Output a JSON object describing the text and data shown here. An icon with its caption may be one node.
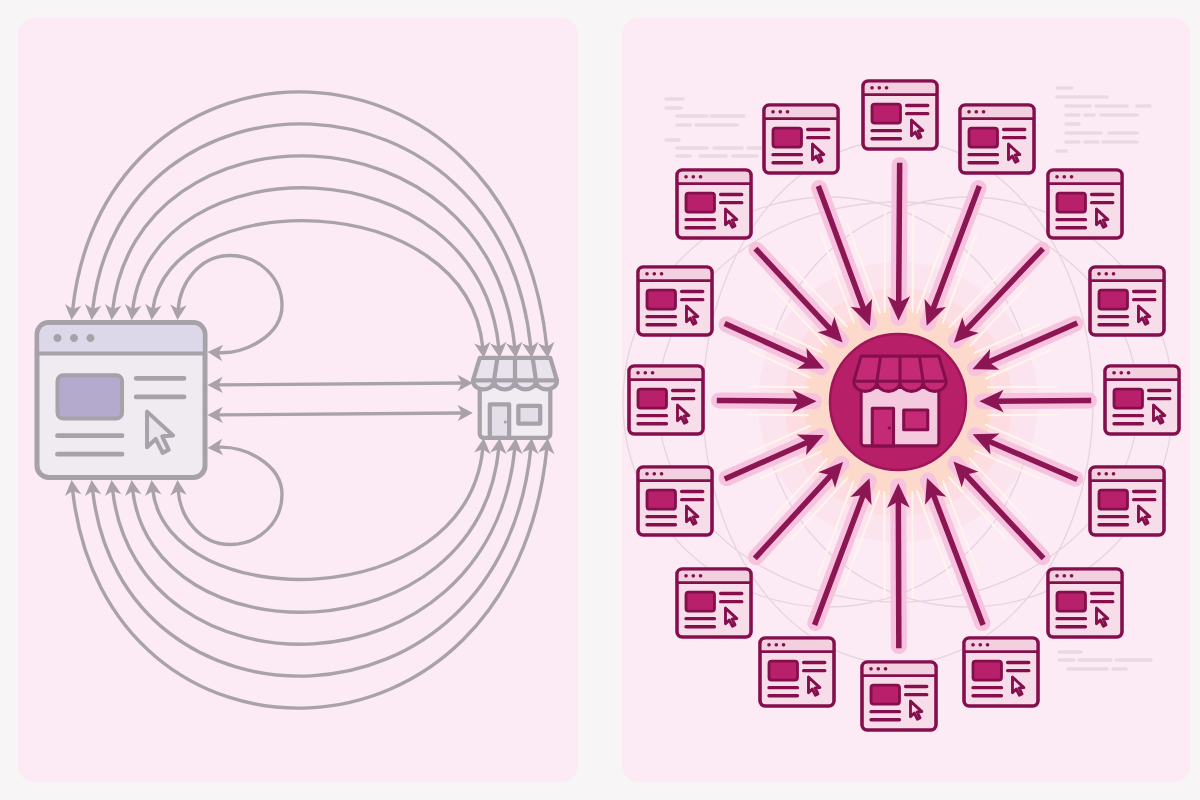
{
  "diagram": {
    "nodes": [
      {
        "text": [],
        "shape": "picture"
      },
      {
        "text": [],
        "shape": "picture"
      },
      {
        "text": [],
        "shape": "picture"
      },
      {
        "text": [],
        "shape": "picture"
      },
      {
        "text": [],
        "shape": "picture"
      },
      {
        "text": [],
        "shape": "picture"
      },
      {
        "text": [],
        "shape": "picture"
      },
      {
        "text": [],
        "shape": "picture"
      },
      {
        "text": [],
        "shape": "picture"
      },
      {
        "text": [],
        "shape": "picture"
      },
      {
        "text": [],
        "shape": "circle"
      },
      {
        "text": [],
        "shape": "picture"
      },
      {
        "text": [],
        "shape": "picture"
      },
      {
        "text": [],
        "shape": "picture"
      },
      {
        "text": [],
        "shape": "picture"
      },
      {
        "text": [],
        "shape": "picture"
      },
      {
        "text": [],
        "shape": "picture"
      },
      {
        "text": [],
        "shape": "picture"
      },
      {
        "text": [],
        "shape": "picture"
      }
    ],
    "edges": [
      {
        "from": 0,
        "to": 1,
        "arrow": "both",
        "color": "#a9a2a8"
      },
      {
        "from": 0,
        "to": 1,
        "arrow": "both",
        "color": "#a9a2a8"
      },
      {
        "from": 0,
        "to": 1,
        "arrow": "both",
        "color": "#a9a2a8"
      },
      {
        "from": 0,
        "to": 1,
        "arrow": "both",
        "color": "#a9a2a8"
      },
      {
        "from": 0,
        "to": 1,
        "arrow": "both",
        "color": "#a9a2a8"
      },
      {
        "from": 0,
        "to": 0,
        "arrow": "both",
        "color": "#a9a2a8"
      },
      {
        "from": 0,
        "to": 1,
        "arrow": "both",
        "color": "#a9a2a8"
      },
      {
        "from": 0,
        "to": 1,
        "arrow": "both",
        "color": "#a9a2a8"
      },
      {
        "from": 0,
        "to": 0,
        "arrow": "both",
        "color": "#a9a2a8"
      },
      {
        "from": 0,
        "to": 1,
        "arrow": "both",
        "color": "#a9a2a8"
      },
      {
        "from": 0,
        "to": 1,
        "arrow": "both",
        "color": "#a9a2a8"
      },
      {
        "from": 0,
        "to": 1,
        "arrow": "both",
        "color": "#a9a2a8"
      },
      {
        "from": 0,
        "to": 1,
        "arrow": "both",
        "color": "#a9a2a8"
      },
      {
        "from": 0,
        "to": 1,
        "arrow": "both",
        "color": "#a9a2a8"
      },
      {
        "from": 2,
        "to": 10,
        "arrow": "to"
      },
      {
        "from": 3,
        "to": 10,
        "arrow": "to"
      },
      {
        "from": 4,
        "to": 10,
        "arrow": "to"
      },
      {
        "from": 5,
        "to": 10,
        "arrow": "to"
      },
      {
        "from": 6,
        "to": 10,
        "arrow": "to"
      },
      {
        "from": 7,
        "to": 10,
        "arrow": "to"
      },
      {
        "from": 8,
        "to": 10,
        "arrow": "to"
      },
      {
        "from": 9,
        "to": 10,
        "arrow": "to"
      },
      {
        "from": 11,
        "to": 10,
        "arrow": "to"
      },
      {
        "from": 12,
        "to": 10,
        "arrow": "to"
      },
      {
        "from": 13,
        "to": 10,
        "arrow": "to"
      },
      {
        "from": 14,
        "to": 10,
        "arrow": "to"
      },
      {
        "from": 15,
        "to": 10,
        "arrow": "to"
      },
      {
        "from": 16,
        "to": 10,
        "arrow": "to"
      },
      {
        "from": 17,
        "to": 10,
        "arrow": "to"
      },
      {
        "from": 18,
        "to": 10,
        "arrow": "to"
      }
    ]
  }
}
